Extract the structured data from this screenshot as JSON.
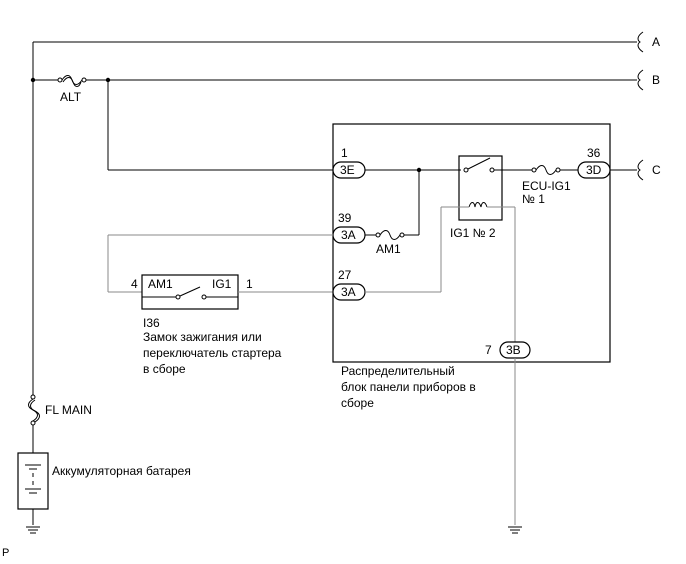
{
  "connectors": {
    "a": "A",
    "b": "B",
    "c": "C"
  },
  "fuses": {
    "alt": "ALT",
    "am1": "AM1",
    "ecu_ig1_line1": "ECU-IG1",
    "ecu_ig1_line2": "№ 1",
    "fl_main": "FL MAIN"
  },
  "relay": {
    "label": "IG1 № 2"
  },
  "pins": {
    "p3e_num": "1",
    "p3e": "3E",
    "p3a_top_num": "39",
    "p3a_top": "3A",
    "p3a_bot_num": "27",
    "p3a_bot": "3A",
    "p3d_num": "36",
    "p3d": "3D",
    "p3b_num": "7",
    "p3b": "3B"
  },
  "ignition_switch": {
    "pin_left": "4",
    "pin_right": "1",
    "left_terminal": "AM1",
    "right_terminal": "IG1",
    "code": "I36",
    "name_line1": "Замок зажигания или",
    "name_line2": "переключатель стартера",
    "name_line3": "в сборе"
  },
  "junction_block": {
    "name_line1": "Распределительный",
    "name_line2": "блок панели приборов в",
    "name_line3": "сборе"
  },
  "battery": {
    "name": "Аккумуляторная батарея"
  },
  "footer": {
    "mark": "P"
  }
}
